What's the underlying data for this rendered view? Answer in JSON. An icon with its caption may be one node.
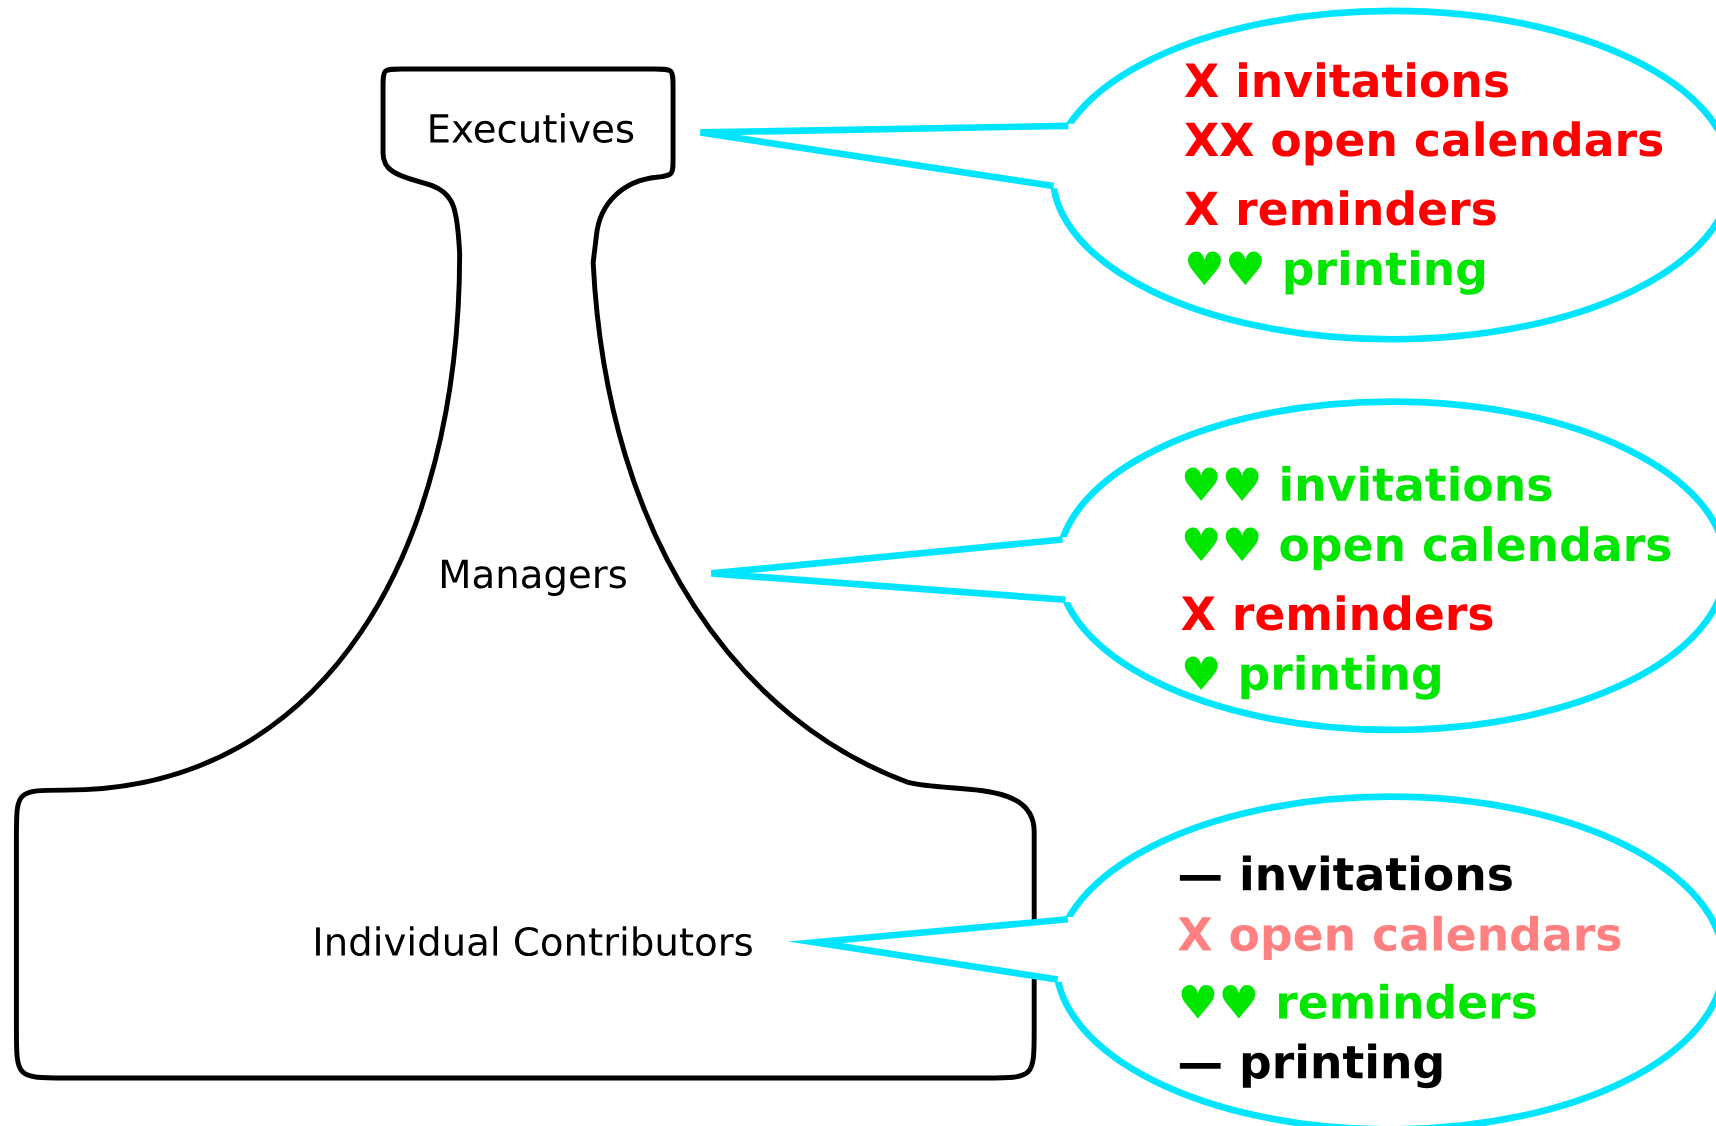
{
  "diagram": {
    "nodes": [
      {
        "text": [
          "Executives",
          "Managers",
          "Individual Contributors"
        ]
      },
      {
        "text": [
          "X invitations",
          "XX open calendars",
          "X reminders",
          "♥♥ printing"
        ]
      },
      {
        "text": [
          "♥♥ invitations",
          "♥♥ open calendars",
          "X reminders",
          "♥ printing"
        ]
      },
      {
        "text": [
          "— invitations",
          "X open calendars",
          "♥♥ reminders",
          "— printing"
        ]
      }
    ]
  }
}
